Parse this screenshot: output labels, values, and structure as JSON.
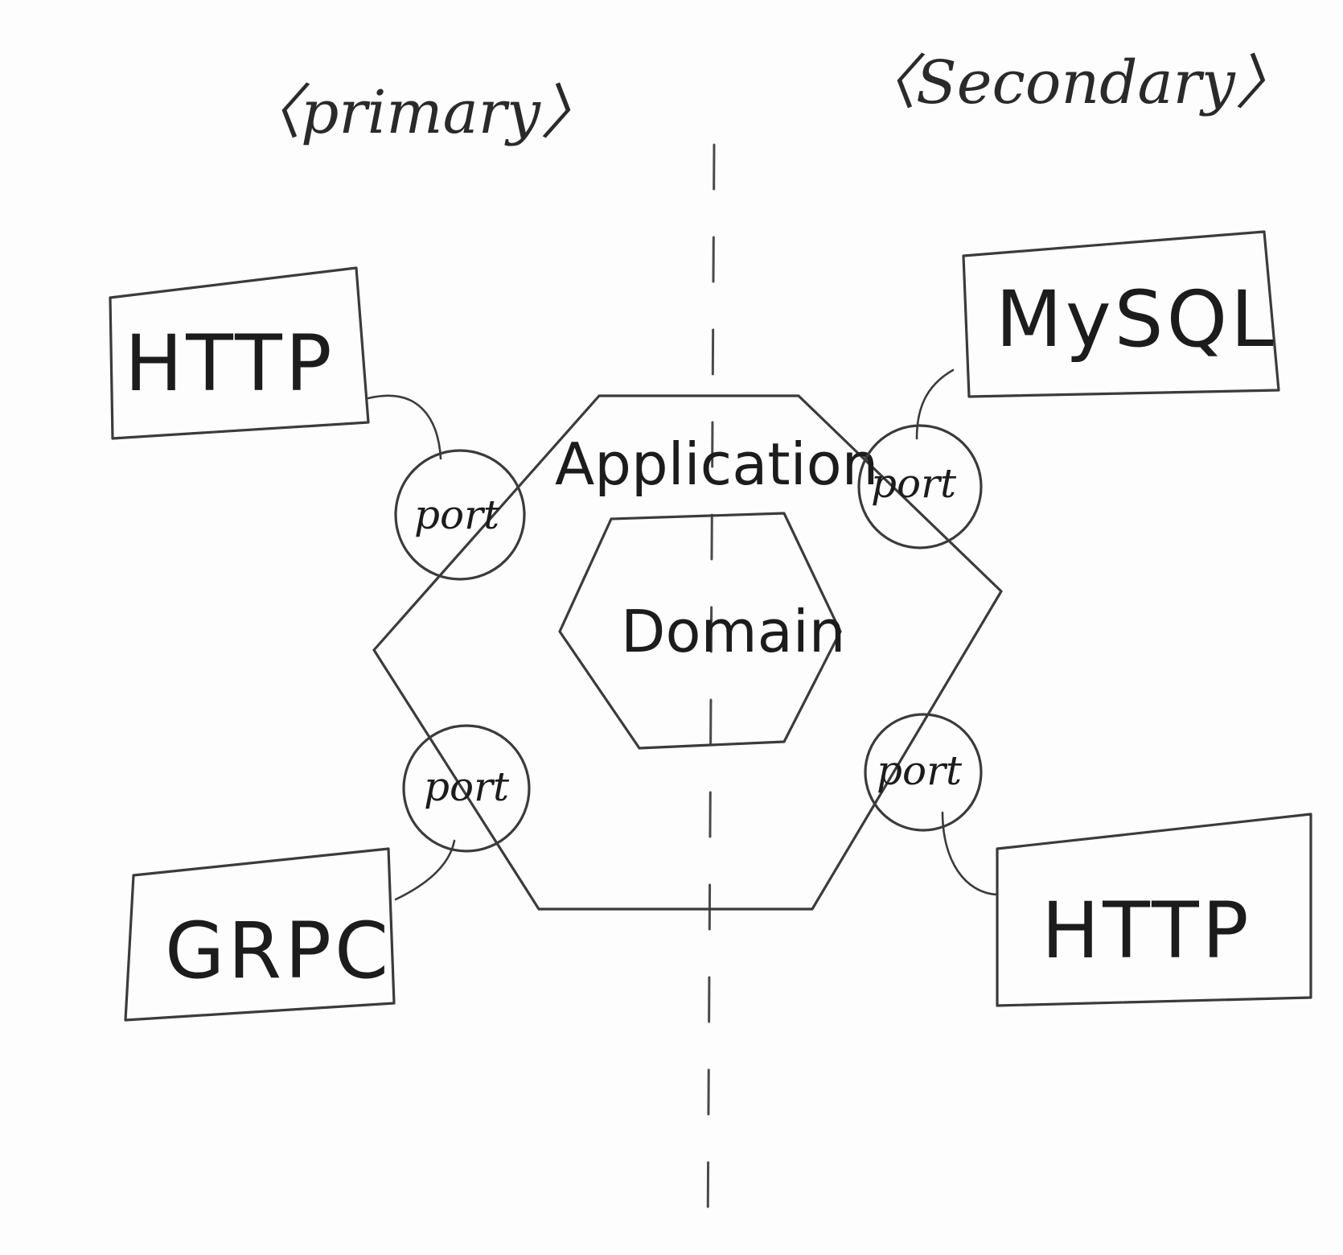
{
  "diagram": {
    "primary_label": "〈primary〉",
    "secondary_label": "〈Secondary〉",
    "application_label": "Application",
    "domain_label": "Domain",
    "port_label": "port",
    "adapters": {
      "top_left": "HTTP",
      "bottom_left": "GRPC",
      "top_right": "MySQL",
      "bottom_right": "HTTP"
    }
  },
  "colors": {
    "ink": "#3b3b3b",
    "paper": "#fdfdfd"
  }
}
